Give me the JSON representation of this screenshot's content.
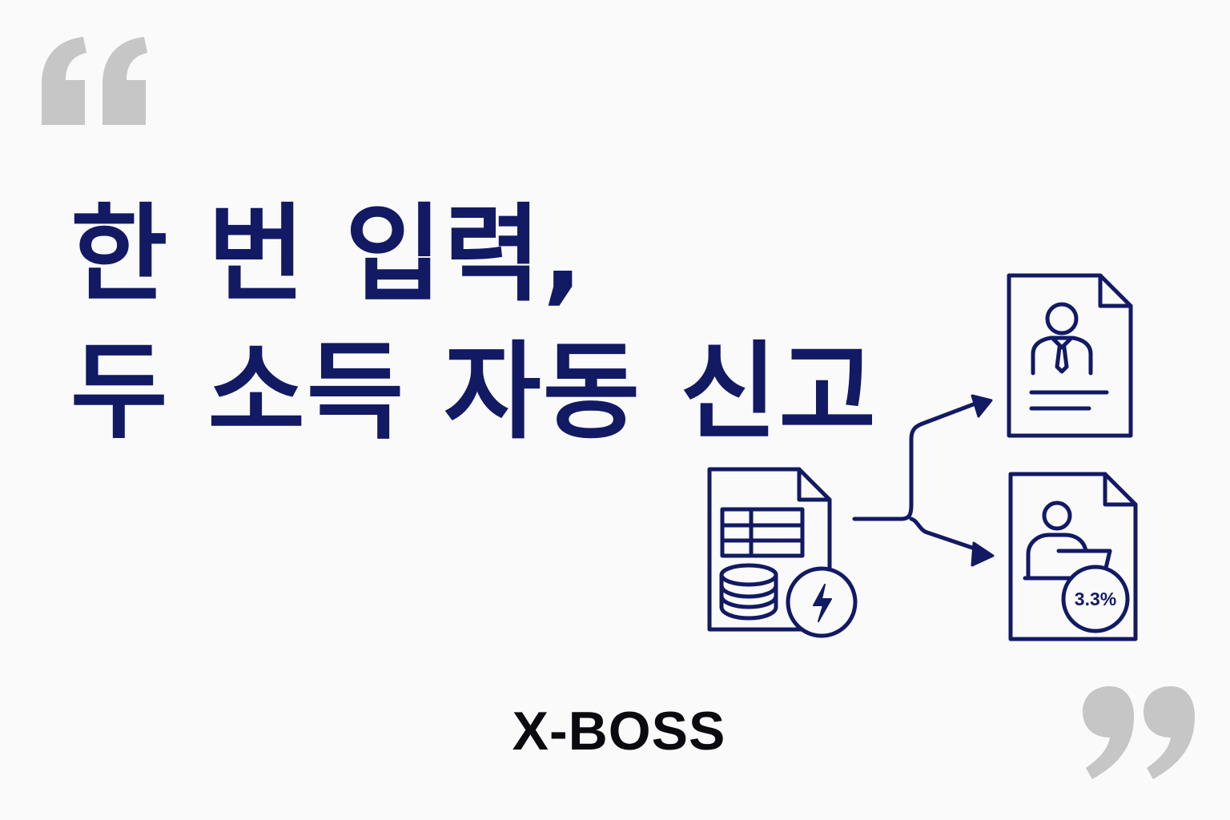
{
  "headline": {
    "line1": "한 번 입력,",
    "line2": "두 소득 자동 신고"
  },
  "brand": {
    "name": "X-BOSS"
  },
  "diagram": {
    "withholding_rate": "3.3%"
  },
  "colors": {
    "navy": "#121a64",
    "quote_gray": "#c6c6c6",
    "background": "#fafafa",
    "brand_text": "#0b0b0f"
  }
}
